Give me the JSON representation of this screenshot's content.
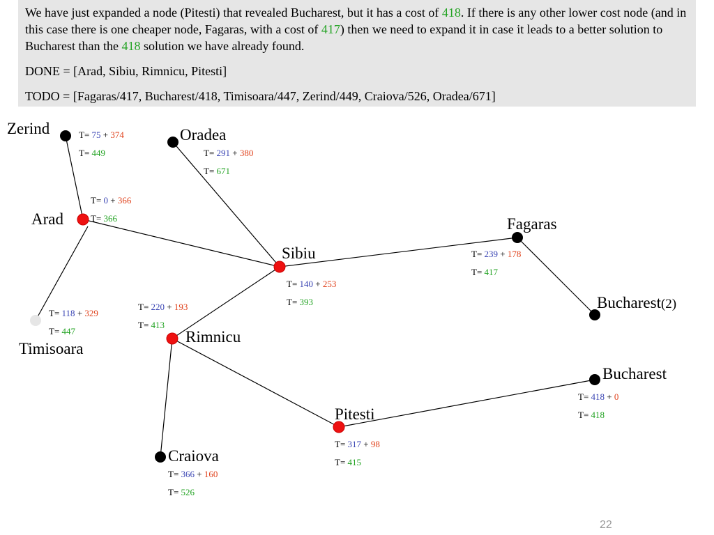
{
  "info": {
    "paragraph": {
      "part1": "We have just expanded a node (Pitesti) that revealed Bucharest, but it has a cost of ",
      "num1": "418",
      "part2": ". If there is any other lower cost node (and in this case there is one cheaper node, Fagaras, with a cost of ",
      "num2": "417",
      "part3": ") then we need to expand it in case it leads to a better solution to Bucharest than the ",
      "num3": "418",
      "part4": " solution we have already found."
    },
    "done": "DONE = [Arad, Sibiu, Rimnicu, Pitesti]",
    "todo": "TODO = [Fagaras/417, Bucharest/418, Timisoara/447, Zerind/449, Craiova/526, Oradea/671]"
  },
  "colors": {
    "expanded": "#ee1111",
    "frontier": "#000000",
    "dimmed": "#e6e6e6",
    "g_cost": "#3b46b4",
    "h_cost": "#e0421c",
    "f_cost": "#23a323"
  },
  "nodes": {
    "zerind": {
      "name": "Zerind",
      "state": "frontier",
      "g": "75",
      "h": "374",
      "f": "449"
    },
    "oradea": {
      "name": "Oradea",
      "state": "frontier",
      "g": "291",
      "h": "380",
      "f": "671"
    },
    "arad": {
      "name": "Arad",
      "state": "expanded",
      "g": "0",
      "h": "366",
      "f": "366"
    },
    "timisoara": {
      "name": "Timisoara",
      "state": "dimmed",
      "g": "118",
      "h": "329",
      "f": "447"
    },
    "sibiu": {
      "name": "Sibiu",
      "state": "expanded",
      "g": "140",
      "h": "253",
      "f": "393"
    },
    "fagaras": {
      "name": "Fagaras",
      "state": "frontier",
      "g": "239",
      "h": "178",
      "f": "417"
    },
    "bucharest2": {
      "name": "Bucharest",
      "suffix": "(2)",
      "state": "frontier"
    },
    "rimnicu": {
      "name": "Rimnicu",
      "state": "expanded",
      "g": "220",
      "h": "193",
      "f": "413"
    },
    "craiova": {
      "name": "Craiova",
      "state": "frontier",
      "g": "366",
      "h": "160",
      "f": "526"
    },
    "pitesti": {
      "name": "Pitesti",
      "state": "expanded",
      "g": "317",
      "h": "98",
      "f": "415"
    },
    "bucharest": {
      "name": "Bucharest",
      "state": "frontier",
      "g": "418",
      "h": "0",
      "f": "418"
    }
  },
  "cost_labels": {
    "t_prefix": "T= ",
    "plus": " + "
  },
  "slide_number": "22"
}
